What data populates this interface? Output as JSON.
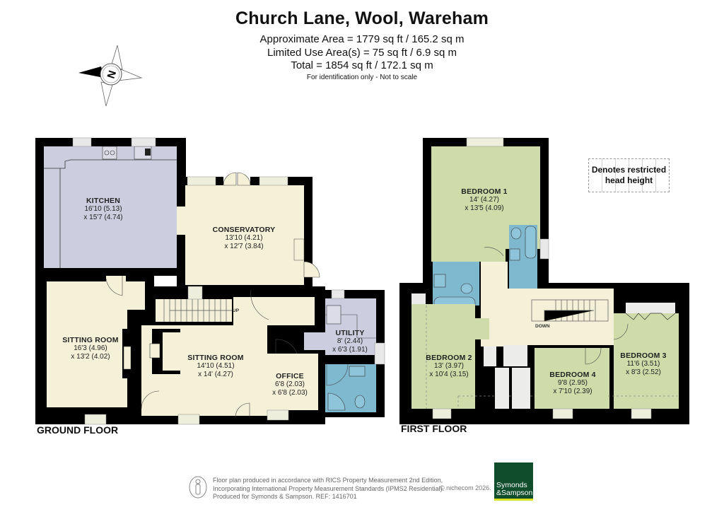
{
  "header": {
    "title": "Church Lane, Wool, Wareham",
    "approx_area": "Approximate Area = 1779 sq ft / 165.2 sq m",
    "limited_use": "Limited Use Area(s) = 75 sq ft / 6.9 sq m",
    "total": "Total = 1854 sq ft / 172.1 sq m",
    "note": "For identification only - Not to scale"
  },
  "compass": {
    "icon": "north-compass-icon",
    "letter": "N"
  },
  "colors": {
    "wall": "#000000",
    "living": "#f4f1d8",
    "kitchen_utility": "#cdcde0",
    "bathroom": "#7fb9d0",
    "bedroom": "#cfdcaa",
    "cupboard": "#ececea",
    "brand_green": "#0f4d2c",
    "brand_yellow": "#d9e021"
  },
  "ground_floor": {
    "label": "GROUND FLOOR",
    "stair_label": "UP",
    "rooms": [
      {
        "name": "KITCHEN",
        "dim1": "16'10 (5.13)",
        "dim2": "x 15'7 (4.74)"
      },
      {
        "name": "CONSERVATORY",
        "dim1": "13'10 (4.21)",
        "dim2": "x 12'7 (3.84)"
      },
      {
        "name": "SITTING ROOM",
        "dim1": "16'3 (4.96)",
        "dim2": "x 13'2 (4.02)"
      },
      {
        "name": "SITTING ROOM",
        "dim1": "14'10 (4.51)",
        "dim2": "x 14' (4.27)"
      },
      {
        "name": "OFFICE",
        "dim1": "6'8 (2.03)",
        "dim2": "x 6'8 (2.03)"
      },
      {
        "name": "UTILITY",
        "dim1": "8' (2.44)",
        "dim2": "x 6'3 (1.91)"
      }
    ]
  },
  "first_floor": {
    "label": "FIRST FLOOR",
    "stair_label": "DOWN",
    "rooms": [
      {
        "name": "BEDROOM 1",
        "dim1": "14' (4.27)",
        "dim2": "x 13'5 (4.09)"
      },
      {
        "name": "BEDROOM 2",
        "dim1": "13' (3.97)",
        "dim2": "x 10'4 (3.15)"
      },
      {
        "name": "BEDROOM 3",
        "dim1": "11'6 (3.51)",
        "dim2": "x 8'3 (2.52)"
      },
      {
        "name": "BEDROOM 4",
        "dim1": "9'8 (2.95)",
        "dim2": "x 7'10 (2.39)"
      }
    ]
  },
  "legend": {
    "text": "Denotes restricted head height"
  },
  "footer": {
    "line1": "Floor plan produced in accordance with RICS Property Measurement 2nd Edition,",
    "line2": "Incorporating International Property Measurement Standards (IPMS2 Residential).",
    "line3": "Produced for Symonds & Sampson.   REF:  1416701",
    "copyright": "© nichecom 2026.",
    "brand_line1": "Symonds",
    "brand_line2": "&Sampson"
  }
}
